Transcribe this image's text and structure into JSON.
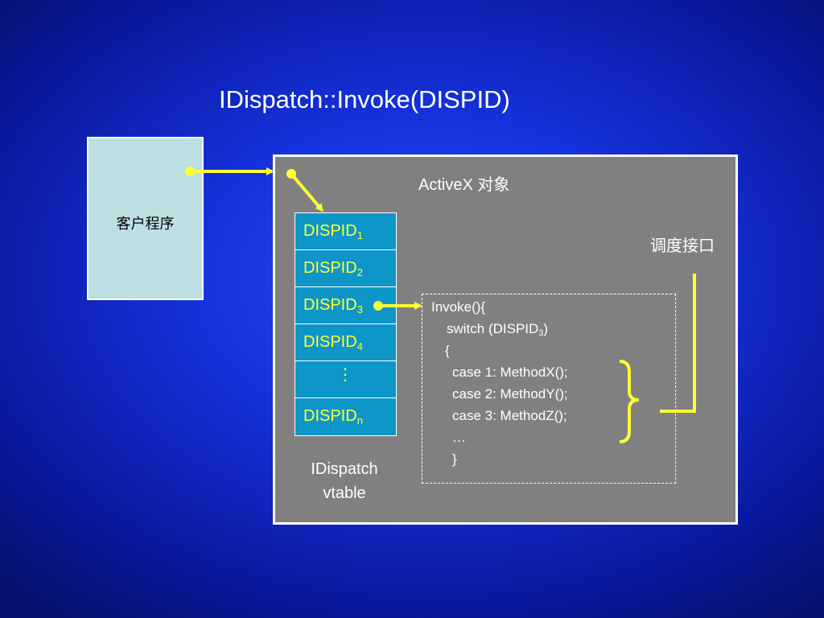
{
  "title": "IDispatch::Invoke(DISPID)",
  "client": {
    "label": "客户程序"
  },
  "activex": {
    "label": "ActiveX 对象"
  },
  "vtable": {
    "rows": [
      {
        "base": "DISPID",
        "sub": "1"
      },
      {
        "base": "DISPID",
        "sub": "2"
      },
      {
        "base": "DISPID",
        "sub": "3"
      },
      {
        "base": "DISPID",
        "sub": "4"
      },
      {
        "dots": "⋮"
      },
      {
        "base": "DISPID",
        "sub": "n"
      }
    ],
    "caption_line1": "IDispatch",
    "caption_line2": "vtable"
  },
  "dispatch_label": "调度接口",
  "code": {
    "line1": "Invoke(){",
    "line2_prefix": "switch (DISPID",
    "line2_sub": "3",
    "line2_suffix": ")",
    "line3": "{",
    "line4": "case 1: MethodX();",
    "line5": "case 2: MethodY();",
    "line6": "case 3: MethodZ();",
    "line7": "…",
    "line8": "}"
  },
  "colors": {
    "arrow": "#ffff33",
    "vtable_fill": "#0f96c8",
    "client_fill": "#bcdfe2",
    "activex_fill": "#808080"
  }
}
